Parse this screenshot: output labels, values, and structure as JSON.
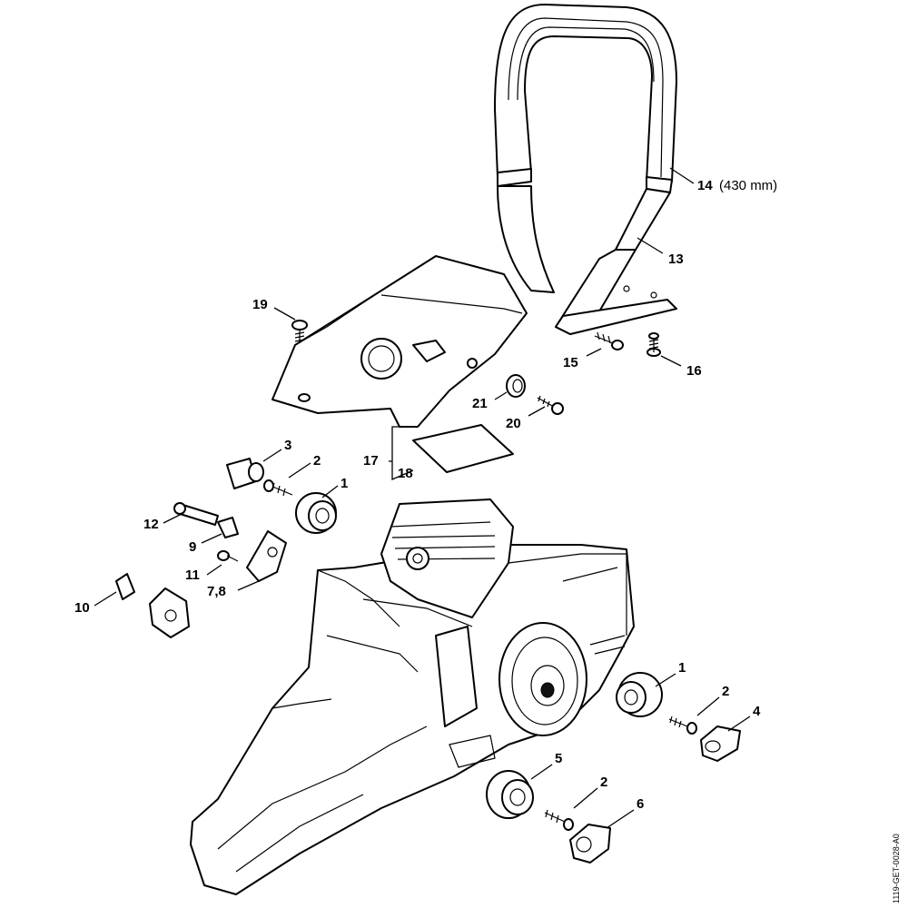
{
  "diagram": {
    "document_code": "1119-GET-0028-A0",
    "callouts": [
      {
        "id": "c14",
        "number": "14",
        "extra": "(430 mm)"
      },
      {
        "id": "c13",
        "number": "13"
      },
      {
        "id": "c19",
        "number": "19"
      },
      {
        "id": "c15",
        "number": "15"
      },
      {
        "id": "c16",
        "number": "16"
      },
      {
        "id": "c21",
        "number": "21"
      },
      {
        "id": "c20",
        "number": "20"
      },
      {
        "id": "c17",
        "number": "17"
      },
      {
        "id": "c18",
        "number": "18"
      },
      {
        "id": "c3",
        "number": "3"
      },
      {
        "id": "c2a",
        "number": "2"
      },
      {
        "id": "c1a",
        "number": "1"
      },
      {
        "id": "c12",
        "number": "12"
      },
      {
        "id": "c9",
        "number": "9"
      },
      {
        "id": "c11",
        "number": "11"
      },
      {
        "id": "c78",
        "number": "7,8"
      },
      {
        "id": "c10",
        "number": "10"
      },
      {
        "id": "c1b",
        "number": "1"
      },
      {
        "id": "c2b",
        "number": "2"
      },
      {
        "id": "c4",
        "number": "4"
      },
      {
        "id": "c5",
        "number": "5"
      },
      {
        "id": "c2c",
        "number": "2"
      },
      {
        "id": "c6",
        "number": "6"
      }
    ]
  }
}
